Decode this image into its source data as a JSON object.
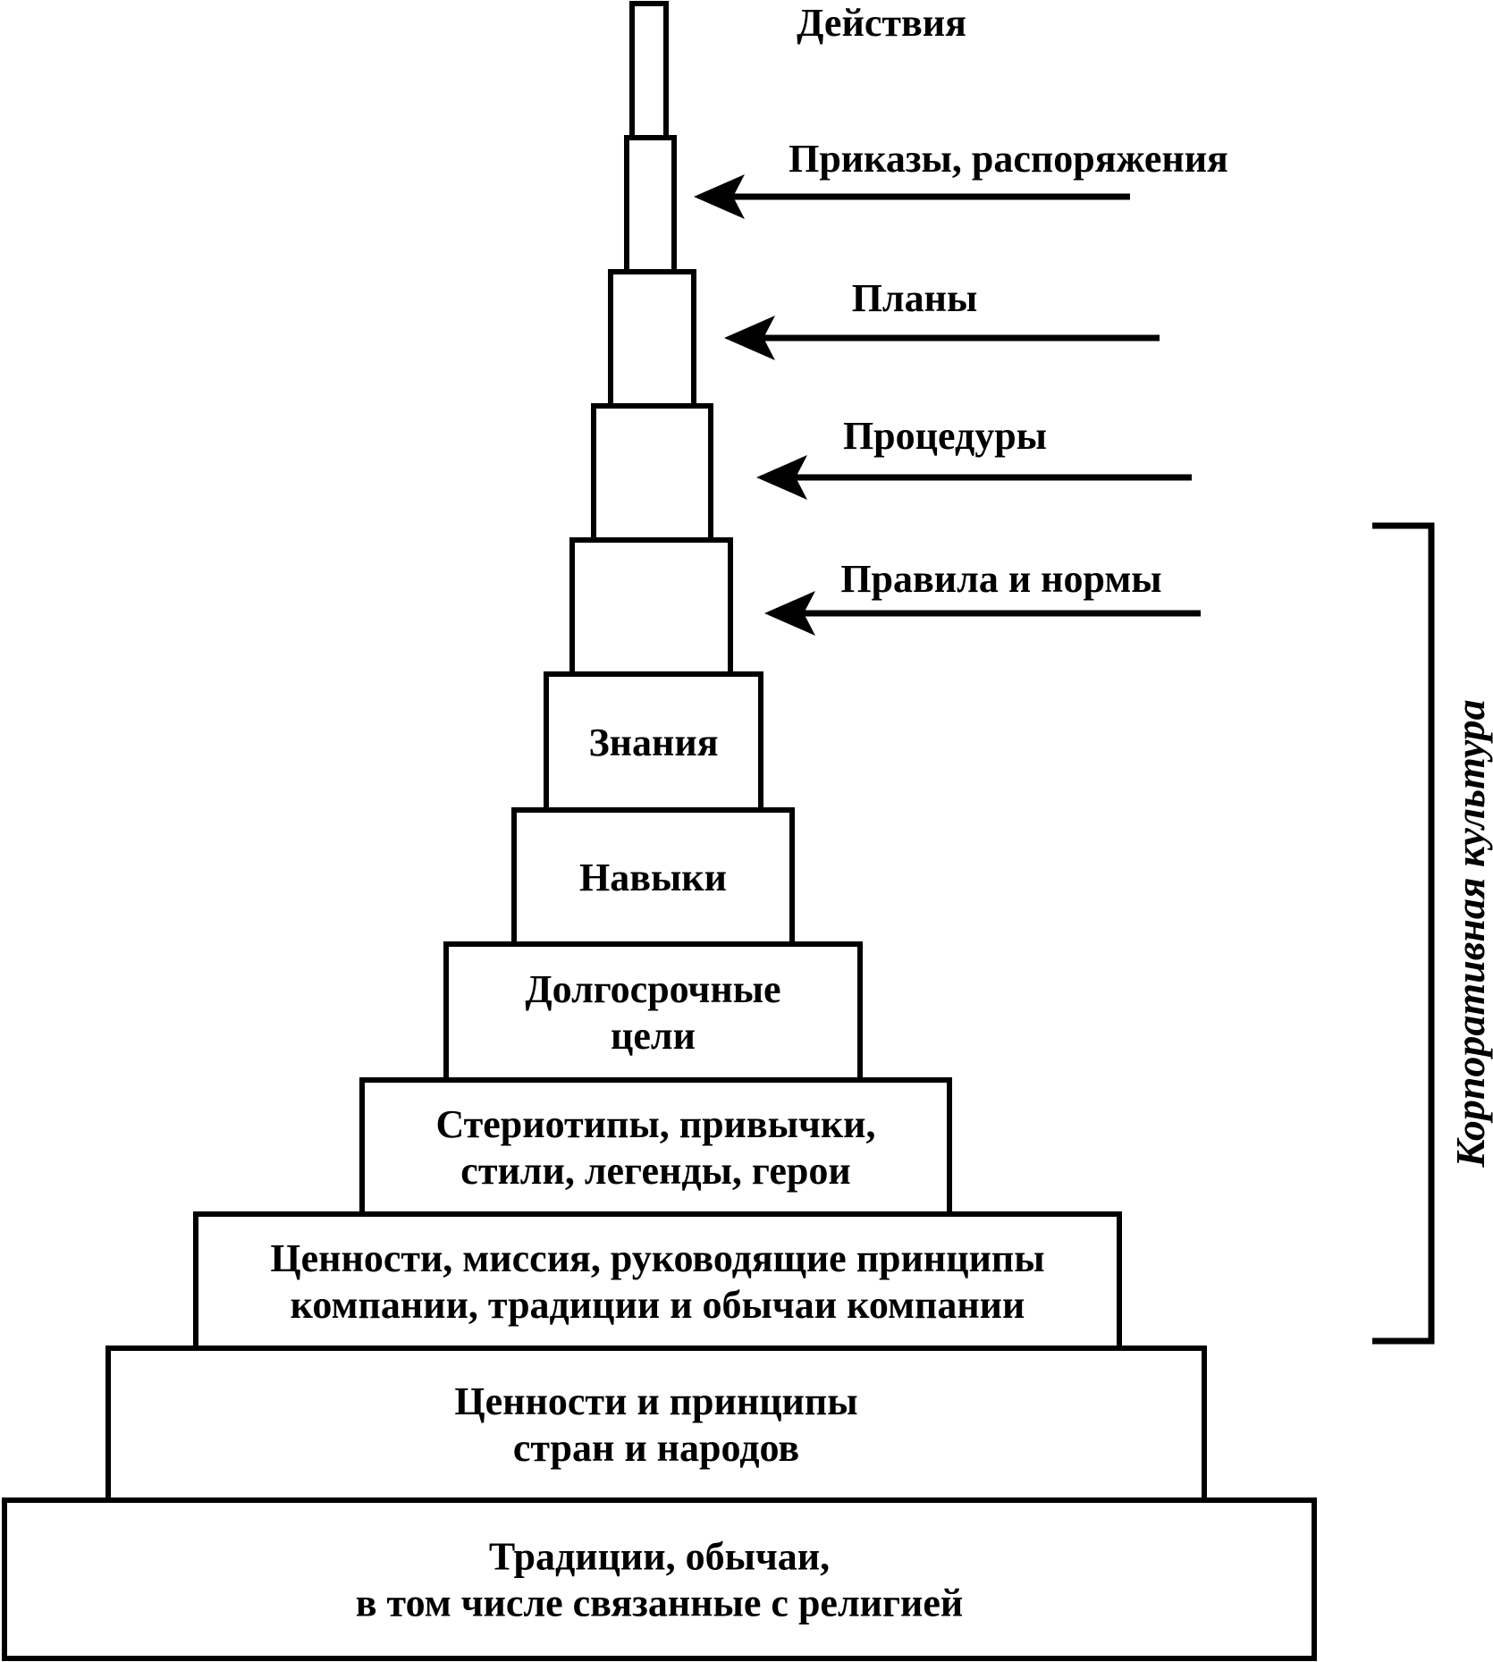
{
  "layers": [
    {
      "id": "deystviya",
      "lines": [
        "Действия"
      ],
      "arrow": false
    },
    {
      "id": "prikazy",
      "lines": [
        "Приказы, распоряжения"
      ],
      "arrow": true
    },
    {
      "id": "plany",
      "lines": [
        "Планы"
      ],
      "arrow": true
    },
    {
      "id": "protsedury",
      "lines": [
        "Процедуры"
      ],
      "arrow": true
    },
    {
      "id": "pravila",
      "lines": [
        "Правила и нормы"
      ],
      "arrow": true
    },
    {
      "id": "znaniya",
      "lines": [
        "Знания"
      ],
      "arrow": false
    },
    {
      "id": "navyki",
      "lines": [
        "Навыки"
      ],
      "arrow": false
    },
    {
      "id": "tseli",
      "lines": [
        "Долгосрочные",
        "цели"
      ],
      "arrow": false
    },
    {
      "id": "stereotipy",
      "lines": [
        "Стериотипы, привычки,",
        "стили, легенды, герои"
      ],
      "arrow": false
    },
    {
      "id": "tsennosti-komp",
      "lines": [
        "Ценности, миссия, руководящие принципы",
        "компании, традиции и обычаи компании"
      ],
      "arrow": false
    },
    {
      "id": "tsennosti-stran",
      "lines": [
        "Ценности и принципы",
        "стран и народов"
      ],
      "arrow": false
    },
    {
      "id": "traditsii",
      "lines": [
        "Традиции, обычаи,",
        "в том числе связанные с религией"
      ],
      "arrow": false
    }
  ],
  "bracket_label": "Корпоративная культура",
  "colors": {
    "stroke": "#000000",
    "fill": "#ffffff",
    "text": "#000000"
  }
}
